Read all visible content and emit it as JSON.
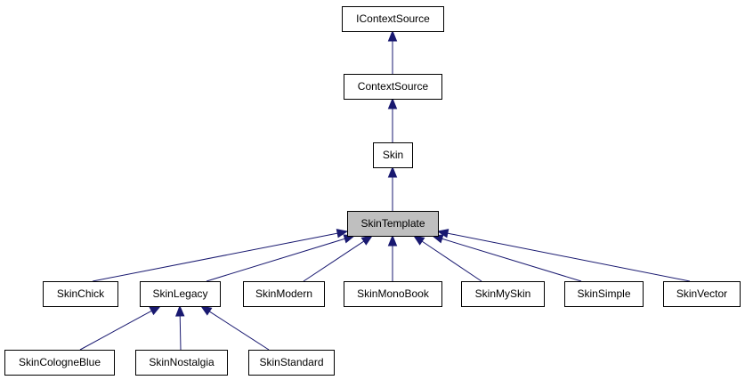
{
  "diagram": {
    "arrow_color": "#191970",
    "highlight_fill": "#bfbfbf",
    "nodes": [
      {
        "id": "IContextSource",
        "label": "IContextSource"
      },
      {
        "id": "ContextSource",
        "label": "ContextSource"
      },
      {
        "id": "Skin",
        "label": "Skin"
      },
      {
        "id": "SkinTemplate",
        "label": "SkinTemplate",
        "highlight": true
      },
      {
        "id": "SkinChick",
        "label": "SkinChick"
      },
      {
        "id": "SkinLegacy",
        "label": "SkinLegacy"
      },
      {
        "id": "SkinModern",
        "label": "SkinModern"
      },
      {
        "id": "SkinMonoBook",
        "label": "SkinMonoBook"
      },
      {
        "id": "SkinMySkin",
        "label": "SkinMySkin"
      },
      {
        "id": "SkinSimple",
        "label": "SkinSimple"
      },
      {
        "id": "SkinVector",
        "label": "SkinVector"
      },
      {
        "id": "SkinCologneBlue",
        "label": "SkinCologneBlue"
      },
      {
        "id": "SkinNostalgia",
        "label": "SkinNostalgia"
      },
      {
        "id": "SkinStandard",
        "label": "SkinStandard"
      }
    ],
    "edges": [
      {
        "from": "ContextSource",
        "to": "IContextSource"
      },
      {
        "from": "Skin",
        "to": "ContextSource"
      },
      {
        "from": "SkinTemplate",
        "to": "Skin"
      },
      {
        "from": "SkinChick",
        "to": "SkinTemplate"
      },
      {
        "from": "SkinLegacy",
        "to": "SkinTemplate"
      },
      {
        "from": "SkinModern",
        "to": "SkinTemplate"
      },
      {
        "from": "SkinMonoBook",
        "to": "SkinTemplate"
      },
      {
        "from": "SkinMySkin",
        "to": "SkinTemplate"
      },
      {
        "from": "SkinSimple",
        "to": "SkinTemplate"
      },
      {
        "from": "SkinVector",
        "to": "SkinTemplate"
      },
      {
        "from": "SkinCologneBlue",
        "to": "SkinLegacy"
      },
      {
        "from": "SkinNostalgia",
        "to": "SkinLegacy"
      },
      {
        "from": "SkinStandard",
        "to": "SkinLegacy"
      }
    ]
  }
}
